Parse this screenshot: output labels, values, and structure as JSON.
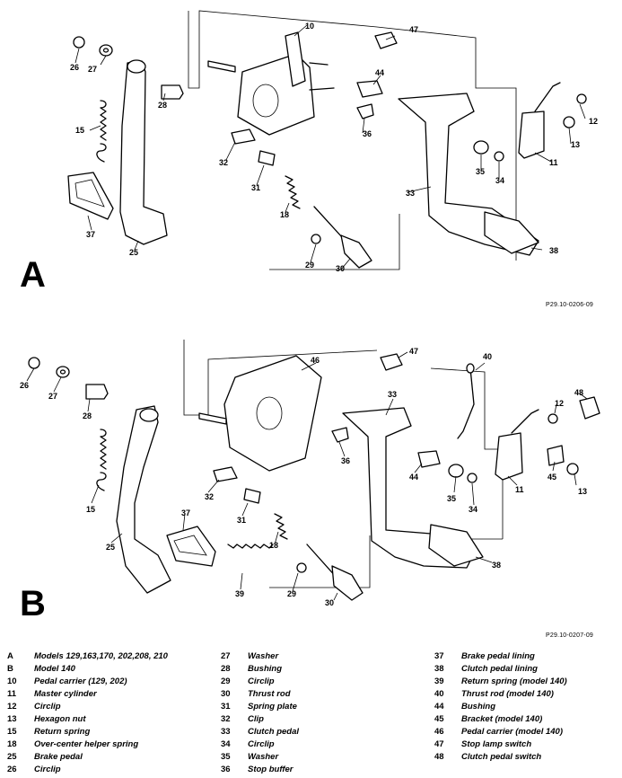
{
  "sections": {
    "a_letter": "A",
    "b_letter": "B",
    "a_code": "P29.10-0206-09",
    "b_code": "P29.10-0207-09"
  },
  "callouts_a": [
    "10",
    "47",
    "26",
    "27",
    "28",
    "15",
    "44",
    "36",
    "12",
    "13",
    "32",
    "31",
    "11",
    "35",
    "34",
    "18",
    "33",
    "37",
    "25",
    "38",
    "29",
    "30"
  ],
  "callouts_b": [
    "40",
    "47",
    "46",
    "26",
    "27",
    "28",
    "33",
    "12",
    "48",
    "15",
    "36",
    "44",
    "11",
    "45",
    "13",
    "32",
    "35",
    "34",
    "31",
    "18",
    "37",
    "25",
    "38",
    "39",
    "29",
    "30"
  ],
  "legend": [
    [
      {
        "key": "A",
        "text": "Models 129,163,170, 202,208, 210"
      },
      {
        "key": "B",
        "text": "Model 140"
      },
      {
        "key": "10",
        "text": "Pedal carrier (129, 202)"
      },
      {
        "key": "11",
        "text": "Master cylinder"
      },
      {
        "key": "12",
        "text": "Circlip"
      },
      {
        "key": "13",
        "text": "Hexagon nut"
      },
      {
        "key": "15",
        "text": "Return spring"
      },
      {
        "key": "18",
        "text": "Over-center helper spring"
      },
      {
        "key": "25",
        "text": "Brake pedal"
      },
      {
        "key": "26",
        "text": "Circlip"
      }
    ],
    [
      {
        "key": "27",
        "text": "Washer"
      },
      {
        "key": "28",
        "text": "Bushing"
      },
      {
        "key": "29",
        "text": "Circlip"
      },
      {
        "key": "30",
        "text": "Thrust rod"
      },
      {
        "key": "31",
        "text": "Spring plate"
      },
      {
        "key": "32",
        "text": "Clip"
      },
      {
        "key": "33",
        "text": "Clutch pedal"
      },
      {
        "key": "34",
        "text": "Circlip"
      },
      {
        "key": "35",
        "text": "Washer"
      },
      {
        "key": "36",
        "text": "Stop buffer"
      }
    ],
    [
      {
        "key": "37",
        "text": "Brake pedal lining"
      },
      {
        "key": "38",
        "text": "Clutch pedal lining"
      },
      {
        "key": "39",
        "text": "Return spring (model 140)"
      },
      {
        "key": "40",
        "text": "Thrust rod (model 140)"
      },
      {
        "key": "44",
        "text": "Bushing"
      },
      {
        "key": "45",
        "text": "Bracket (model 140)"
      },
      {
        "key": "46",
        "text": "Pedal carrier (model 140)"
      },
      {
        "key": "47",
        "text": "Stop lamp switch"
      },
      {
        "key": "48",
        "text": "Clutch pedal switch"
      }
    ]
  ]
}
